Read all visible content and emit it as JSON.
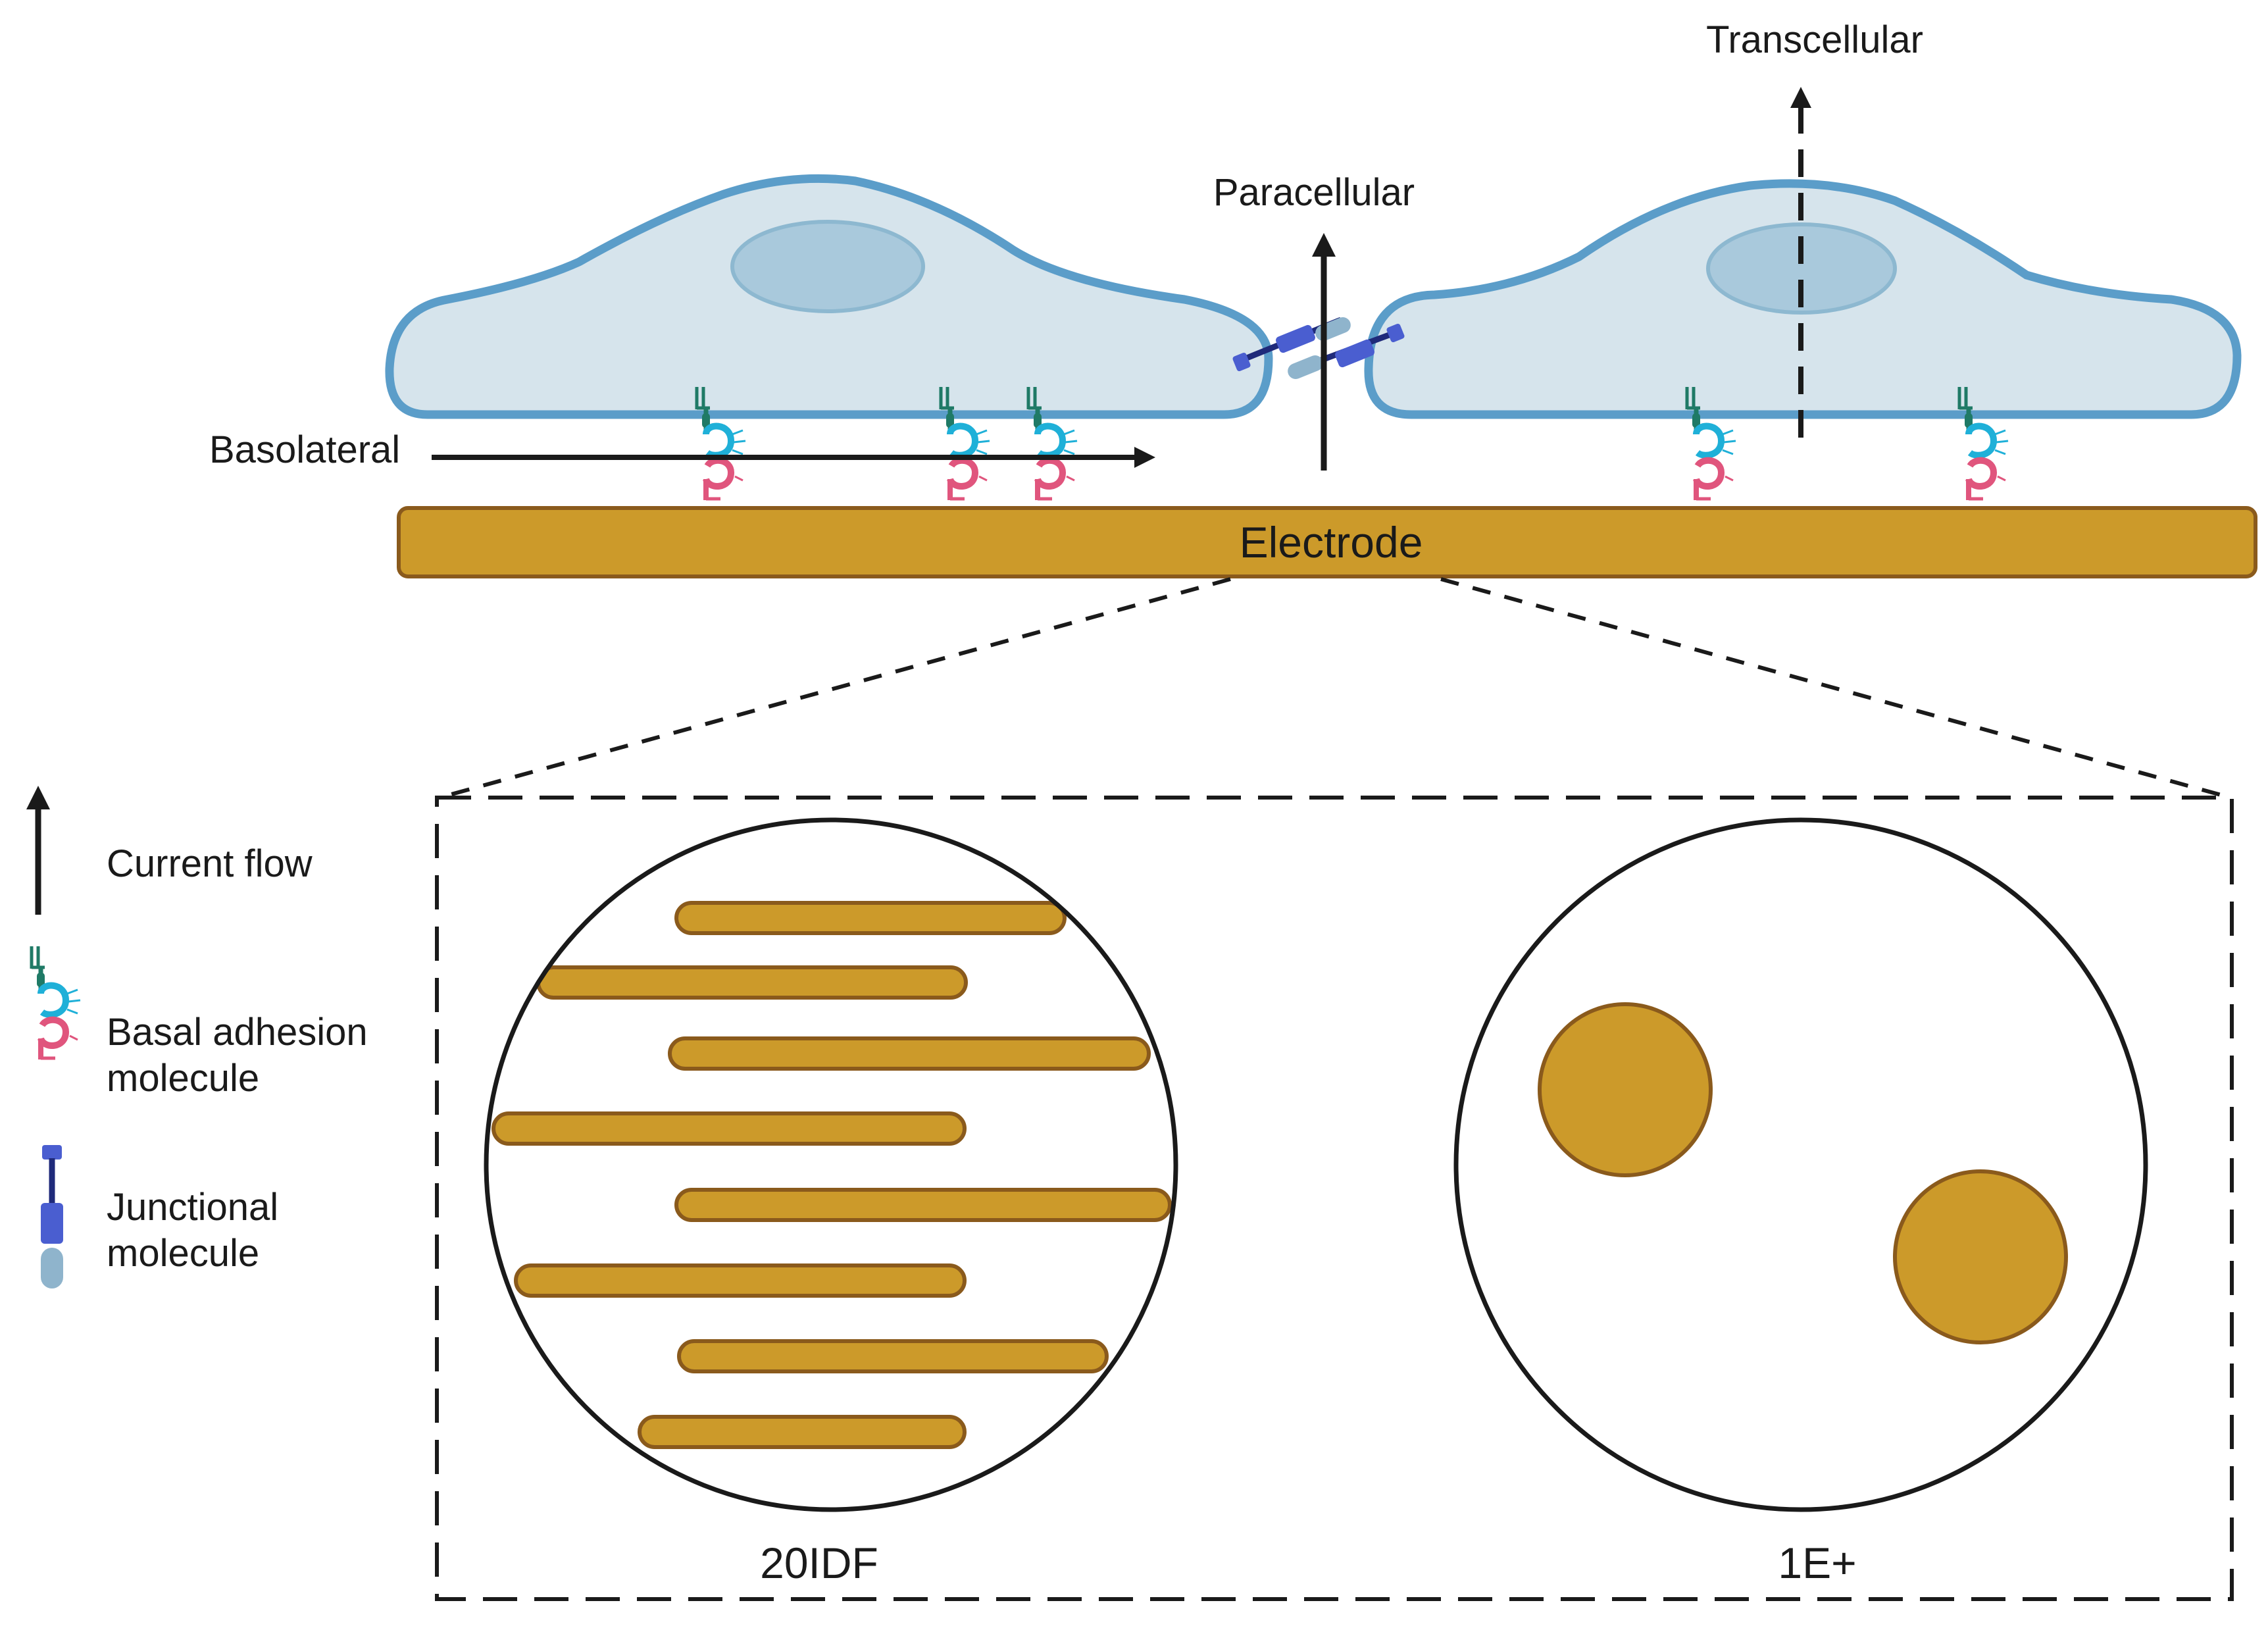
{
  "labels": {
    "transcellular": "Transcellular",
    "paracellular": "Paracellular",
    "basolateral": "Basolateral",
    "electrode": "Electrode"
  },
  "legend": {
    "current_flow": "Current flow",
    "basal_adhesion_line1": "Basal adhesion",
    "basal_adhesion_line2": "molecule",
    "junctional_line1": "Junctional",
    "junctional_line2": "molecule"
  },
  "panels": {
    "left_caption": "20IDF",
    "right_caption": "1E+"
  },
  "colors": {
    "cell_fill": "#d6e4ec",
    "cell_outline": "#5b9dc9",
    "nucleus": "#a9c9dc",
    "electrode_gold": "#cc9a2a",
    "electrode_outline": "#8a5a1c",
    "adhesion_cyan": "#1fb0d8",
    "adhesion_pink": "#e0557d",
    "junction_navy": "#1f2a7a",
    "junction_blue": "#4a5ed0",
    "junction_lightblue": "#8fb4cc"
  }
}
